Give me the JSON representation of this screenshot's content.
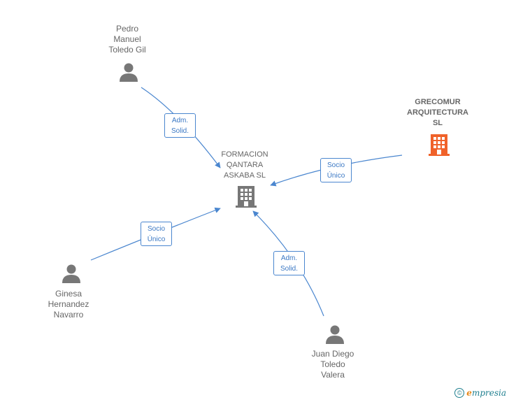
{
  "nodes": {
    "pedro": "Pedro\nManuel\nToledo Gil",
    "grecomur": "GRECOMUR\nARQUITECTURA\nSL",
    "formacion": "FORMACION\nQANTARA\nASKABA  SL",
    "ginesa": "Ginesa\nHernandez\nNavarro",
    "juan": "Juan Diego\nToledo\nValera"
  },
  "edges": {
    "pedro_formacion": "Adm.\nSolid.",
    "grecomur_formacion": "Socio\nÚnico",
    "ginesa_formacion": "Socio\nÚnico",
    "juan_formacion": "Adm.\nSolid."
  },
  "colors": {
    "edge": "#4a86cf",
    "person": "#777777",
    "company": "#777777",
    "company_highlight": "#f0622a"
  },
  "icons": {
    "person": "person-icon",
    "company": "building-icon"
  },
  "watermark": {
    "symbol": "©",
    "brand_first": "e",
    "brand_rest": "mpresia"
  }
}
